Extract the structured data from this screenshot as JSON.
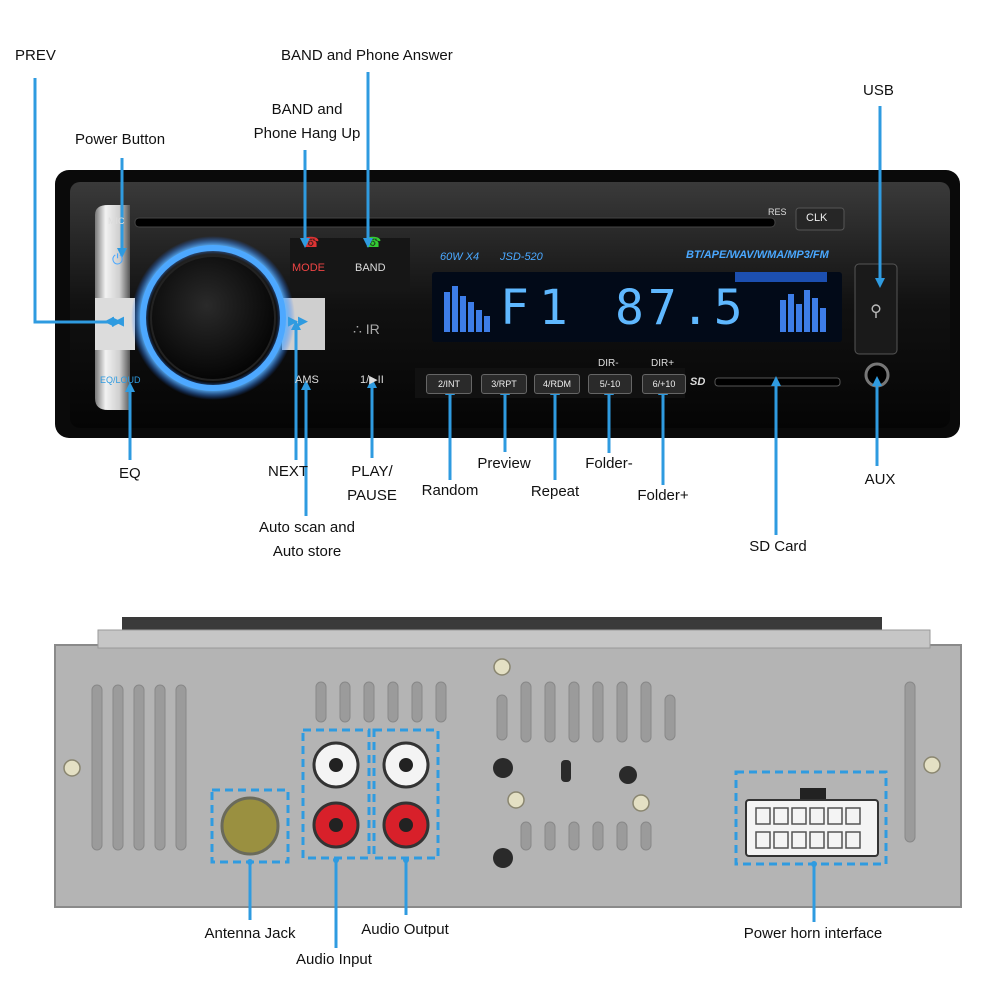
{
  "front": {
    "device": {
      "model": "JSD-520",
      "power": "60W X4",
      "formats": "BT/APE/WAV/WMA/MP3/FM",
      "display_band": "F1",
      "display_freq": "87.5",
      "mic": "MIC",
      "res": "RES",
      "clk": "CLK",
      "mode": "MODE",
      "band": "BAND",
      "eq_loud": "EQ/LOUD",
      "ams": "AMS",
      "play": "1/▶II",
      "btn_int": "2/INT",
      "btn_rpt": "3/RPT",
      "btn_rdm": "4/RDM",
      "btn_minus": "5/-10",
      "btn_plus": "6/+10",
      "dir_minus": "DIR-",
      "dir_plus": "DIR+",
      "sd_mark": "SD"
    },
    "labels": {
      "prev": "PREV",
      "band_answer": "BAND and Phone  Answer",
      "band_hangup_1": "BAND and",
      "band_hangup_2": "Phone Hang Up",
      "power_button": "Power Button",
      "usb": "USB",
      "eq": "EQ",
      "next": "NEXT",
      "play_1": "PLAY/",
      "play_2": "PAUSE",
      "auto_1": "Auto scan and",
      "auto_2": "Auto store",
      "random": "Random",
      "preview": "Preview",
      "repeat": "Repeat",
      "folder_minus": "Folder-",
      "folder_plus": "Folder+",
      "sd_card": "SD Card",
      "aux": "AUX"
    }
  },
  "back": {
    "labels": {
      "antenna": "Antenna Jack",
      "audio_input": "Audio Input",
      "audio_output": "Audio Output",
      "power_horn": "Power horn interface"
    }
  },
  "colors": {
    "callout": "#2f9be0",
    "lcd_blue": "#5fb8ff",
    "panel_grey": "#b4b4b4",
    "rca_red": "#d8202a"
  }
}
